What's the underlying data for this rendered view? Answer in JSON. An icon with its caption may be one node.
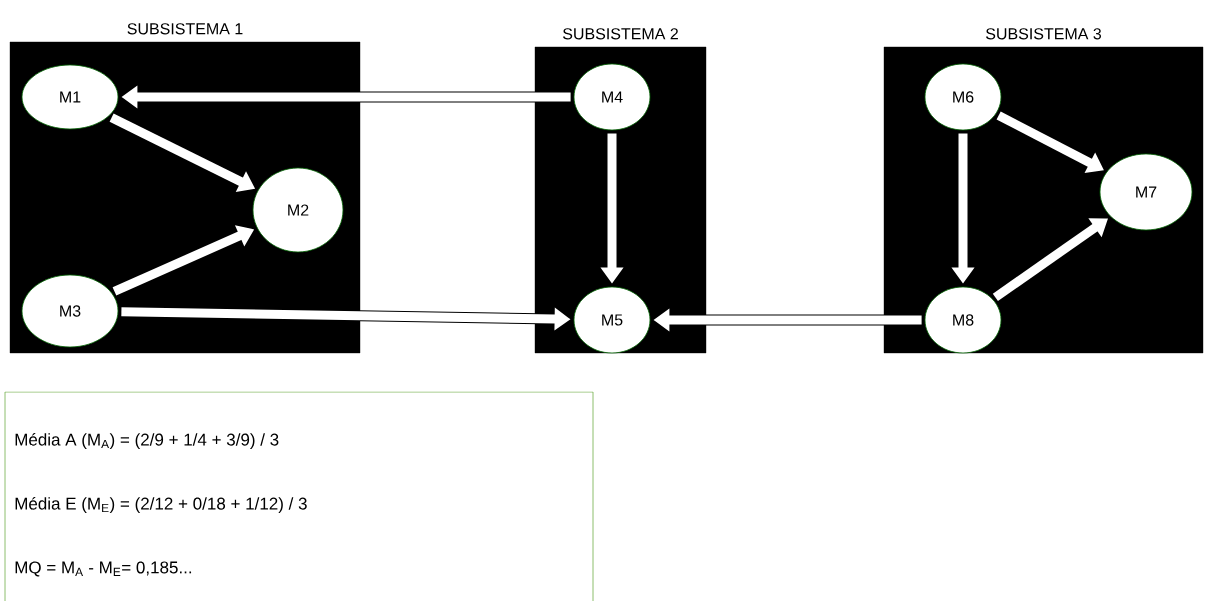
{
  "diagram": {
    "nodes": [
      {
        "text": [
          "SUBSISTEMA 1"
        ]
      },
      {
        "text": [
          "M1"
        ],
        "in": 0
      },
      {
        "text": [
          "M2"
        ],
        "in": 0
      },
      {
        "text": [
          "M3"
        ],
        "in": 0
      },
      {
        "text": [
          "SUBSISTEMA 2"
        ]
      },
      {
        "text": [
          "M4"
        ],
        "in": 4
      },
      {
        "text": [
          "M5"
        ],
        "in": 4
      },
      {
        "text": [
          "SUBSISTEMA 3"
        ]
      },
      {
        "text": [
          "M6"
        ],
        "in": 7
      },
      {
        "text": [
          "M7"
        ],
        "in": 7
      },
      {
        "text": [
          "M8"
        ],
        "in": 7
      },
      {
        "text": [
          "Média A (M$_{A}$) = (2/9 + 1/4 + 3/9) / 3",
          "Média E (M$_{E}$) = (2/12 + 0/18 + 1/12) / 3",
          "MQ = M$_{A}$ - M$_{E}$= 0,185..."
        ]
      }
    ],
    "edges": [
      {
        "from": 5,
        "to": 1,
        "arrow": "to"
      },
      {
        "from": 1,
        "to": 2,
        "arrow": "to"
      },
      {
        "from": 3,
        "to": 2,
        "arrow": "to"
      },
      {
        "from": 5,
        "to": 6,
        "arrow": "to"
      },
      {
        "from": 3,
        "to": 6,
        "arrow": "to"
      },
      {
        "from": 10,
        "to": 6,
        "arrow": "to"
      },
      {
        "from": 8,
        "to": 9,
        "arrow": "to"
      },
      {
        "from": 8,
        "to": 10,
        "arrow": "to"
      },
      {
        "from": 10,
        "to": 9,
        "arrow": "to"
      }
    ]
  }
}
